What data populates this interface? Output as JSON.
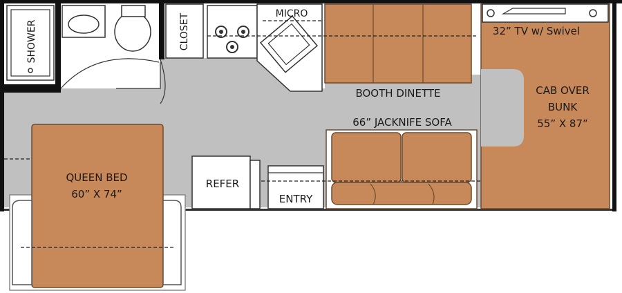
{
  "rooms": {
    "shower": "SHOWER",
    "closet": "CLOSET",
    "micro": "MICRO",
    "tv": "32” TV w/ Swivel",
    "booth_dinette": "BOOTH DINETTE",
    "cab_over_bunk_line1": "CAB OVER",
    "cab_over_bunk_line2": "BUNK",
    "cab_over_bunk_line3": "55” X 87”",
    "jacknife_sofa": "66” JACKNIFE SOFA",
    "queen_bed_line1": "QUEEN BED",
    "queen_bed_line2": "60” X 74”",
    "refer": "REFER",
    "entry": "ENTRY"
  },
  "colors": {
    "floor": "#c0c0c0",
    "wood": "#c8895a",
    "wall": "#111111",
    "fixture": "#ffffff"
  }
}
